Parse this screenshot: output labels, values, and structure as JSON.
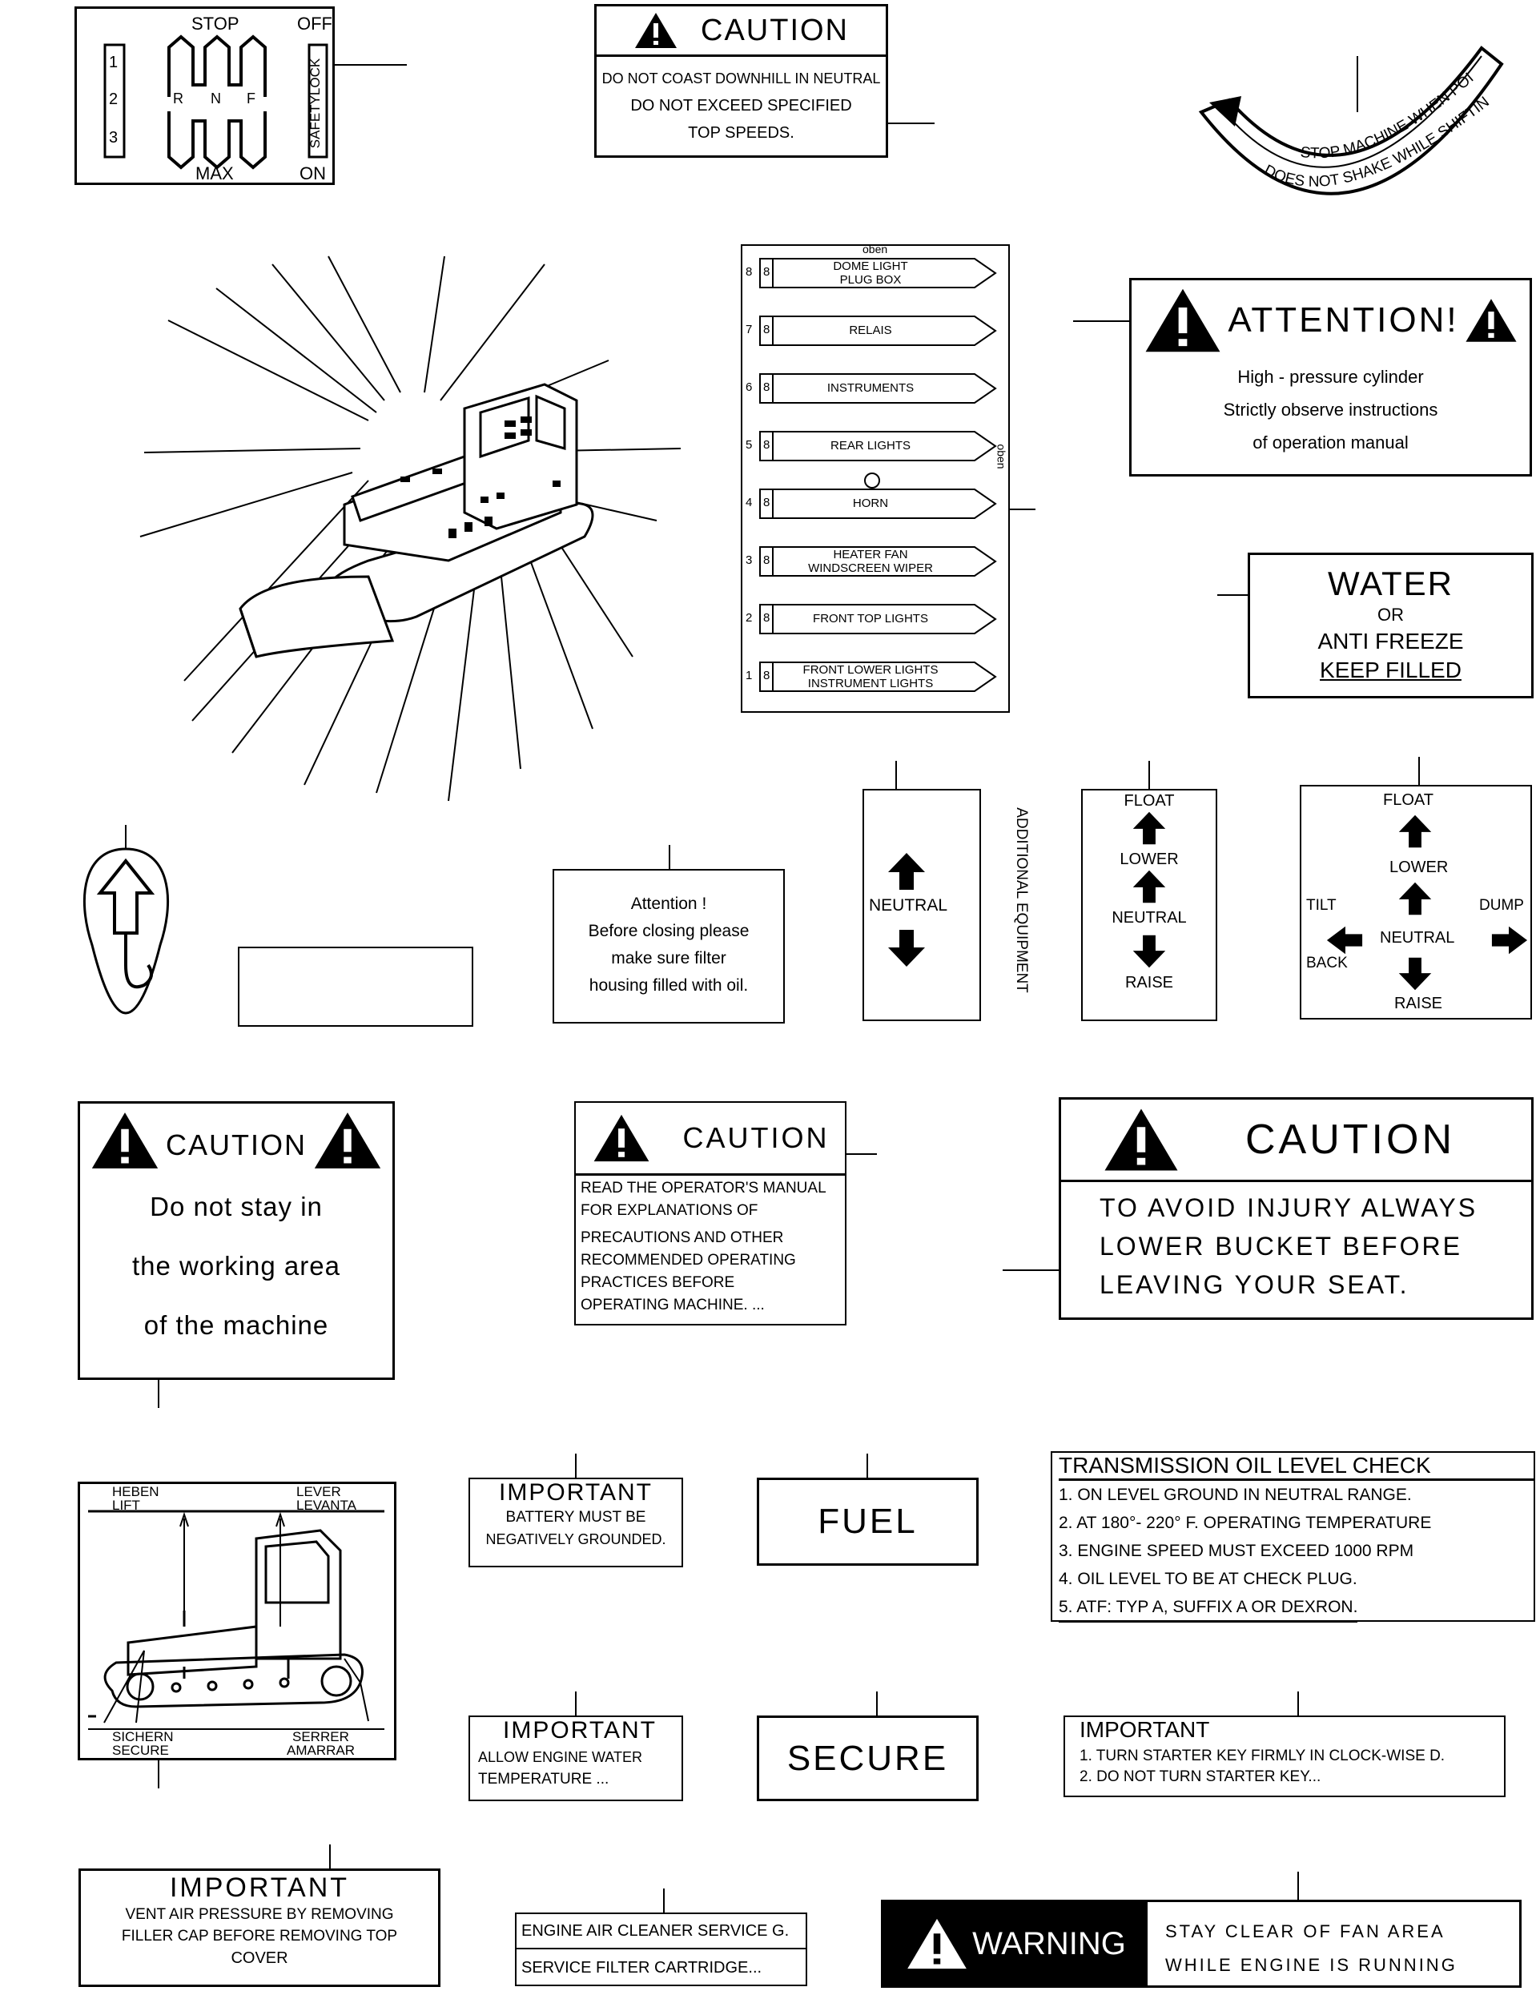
{
  "gear_decal": {
    "stop": "STOP",
    "off": "OFF",
    "max": "MAX",
    "on": "ON",
    "g1": "1",
    "g2": "2",
    "g3": "3",
    "r": "R",
    "n": "N",
    "f": "F",
    "safety": "SAFETYLOCK"
  },
  "caution_coast": {
    "header": "CAUTION",
    "line1": "DO NOT COAST DOWNHILL IN NEUTRAL",
    "line2": "DO NOT EXCEED SPECIFIED",
    "line3": "TOP  SPEEDS."
  },
  "arc_decal": {
    "line1": "STOP MACHINE WHEN POINTER",
    "line2": "DOES NOT SHAKE WHILE SHIFTING"
  },
  "fuse_panel": {
    "top_label": "oben",
    "side_label": "oben",
    "items": [
      {
        "num": "8",
        "code": "8",
        "label": "DOME LIGHT",
        "label2": "PLUG BOX"
      },
      {
        "num": "7",
        "code": "8",
        "label": "RELAIS",
        "label2": ""
      },
      {
        "num": "6",
        "code": "8",
        "label": "INSTRUMENTS",
        "label2": ""
      },
      {
        "num": "5",
        "code": "8",
        "label": "REAR LIGHTS",
        "label2": ""
      },
      {
        "num": "4",
        "code": "8",
        "label": "HORN",
        "label2": ""
      },
      {
        "num": "3",
        "code": "8",
        "label": "HEATER FAN",
        "label2": "WINDSCREEN WIPER"
      },
      {
        "num": "2",
        "code": "8",
        "label": "FRONT TOP LIGHTS",
        "label2": ""
      },
      {
        "num": "1",
        "code": "8",
        "label": "FRONT LOWER LIGHTS",
        "label2": "INSTRUMENT LIGHTS"
      }
    ]
  },
  "attention_pressure": {
    "header": "ATTENTION!",
    "line1": "High - pressure  cylinder",
    "line2": "Strictly  observe  instructions",
    "line3": "of  operation  manual"
  },
  "water_decal": {
    "line1": "WATER",
    "line2": "OR",
    "line3": "ANTI FREEZE",
    "line4": "KEEP FILLED"
  },
  "filter_decal": {
    "line1": "Attention !",
    "line2": "Before  closing  please",
    "line3": "make  sure  filter",
    "line4": "housing  filled  with  oil."
  },
  "additional_equipment": {
    "neutral": "NEUTRAL",
    "side": "ADDITIONAL EQUIPMENT"
  },
  "lift_control": {
    "float": "FLOAT",
    "lower": "LOWER",
    "neutral": "NEUTRAL",
    "raise": "RAISE"
  },
  "bucket_control": {
    "float": "FLOAT",
    "lower": "LOWER",
    "neutral": "NEUTRAL",
    "raise": "RAISE",
    "tilt": "TILT",
    "back": "BACK",
    "dump": "DUMP"
  },
  "caution_stay": {
    "header": "CAUTION",
    "line1": "Do  not  stay  in",
    "line2": "the  working  area",
    "line3": "of  the  machine"
  },
  "caution_manual": {
    "header": "CAUTION",
    "line1": "READ  THE OPERATOR'S MANUAL",
    "line2": "FOR  EXPLANATIONS OF",
    "line3": "PRECAUTIONS AND  OTHER",
    "line4": "RECOMMENDED  OPERATING",
    "line5": "PRACTICES BEFORE",
    "line6": "OPERATING  MACHINE. ..."
  },
  "caution_bucket": {
    "header": "CAUTION",
    "line1": "TO  AVOID  INJURY  ALWAYS",
    "line2": "LOWER  BUCKET  BEFORE",
    "line3": "LEAVING  YOUR  SEAT."
  },
  "lift_points": {
    "heben": "HEBEN",
    "lift": "LIFT",
    "lever": "LEVER",
    "levanta": "LEVANTA",
    "sichern": "SICHERN",
    "secure": "SECURE",
    "serrer": "SERRER",
    "amarrar": "AMARRAR"
  },
  "important_battery": {
    "header": "IMPORTANT",
    "line1": "BATTERY  MUST BE",
    "line2": "NEGATIVELY  GROUNDED."
  },
  "fuel_decal": {
    "label": "FUEL"
  },
  "transmission": {
    "header": "TRANSMISSION  OIL  LEVEL  CHECK",
    "line1": "1. ON  LEVEL  GROUND  IN  NEUTRAL  RANGE.",
    "line2": "2. AT  180°- 220° F.  OPERATING  TEMPERATURE",
    "line3": "3. ENGINE   SPEED   MUST  EXCEED 1000 RPM",
    "line4": "4. OIL  LEVEL  TO  BE  AT  CHECK  PLUG.",
    "line5": "5. ATF:  TYP A,  SUFFIX  A  OR  DEXRON."
  },
  "important_water": {
    "header": "IMPORTANT",
    "line1": "ALLOW  ENGINE  WATER",
    "line2": "TEMPERATURE ..."
  },
  "secure_decal": {
    "label": "SECURE"
  },
  "important_starter": {
    "header": "IMPORTANT",
    "line1": "1. TURN  STARTER  KEY  FIRMLY  IN  CLOCK-WISE  D.",
    "line2": "2. DO  NOT  TURN  STARTER  KEY..."
  },
  "important_vent": {
    "header": "IMPORTANT",
    "line1": "VENT  AIR  PRESSURE  BY  REMOVING",
    "line2": "FILLER  CAP  BEFORE  REMOVING  TOP",
    "line3": "COVER"
  },
  "air_cleaner": {
    "line1": "ENGINE  AIR  CLEANER  SERVICE  G.",
    "line2": "SERVICE  FILTER  CARTRIDGE..."
  },
  "warning_fan": {
    "header": "WARNING",
    "line1": "STAY  CLEAR  OF  FAN  AREA",
    "line2": "WHILE  ENGINE  IS  RUNNING"
  }
}
